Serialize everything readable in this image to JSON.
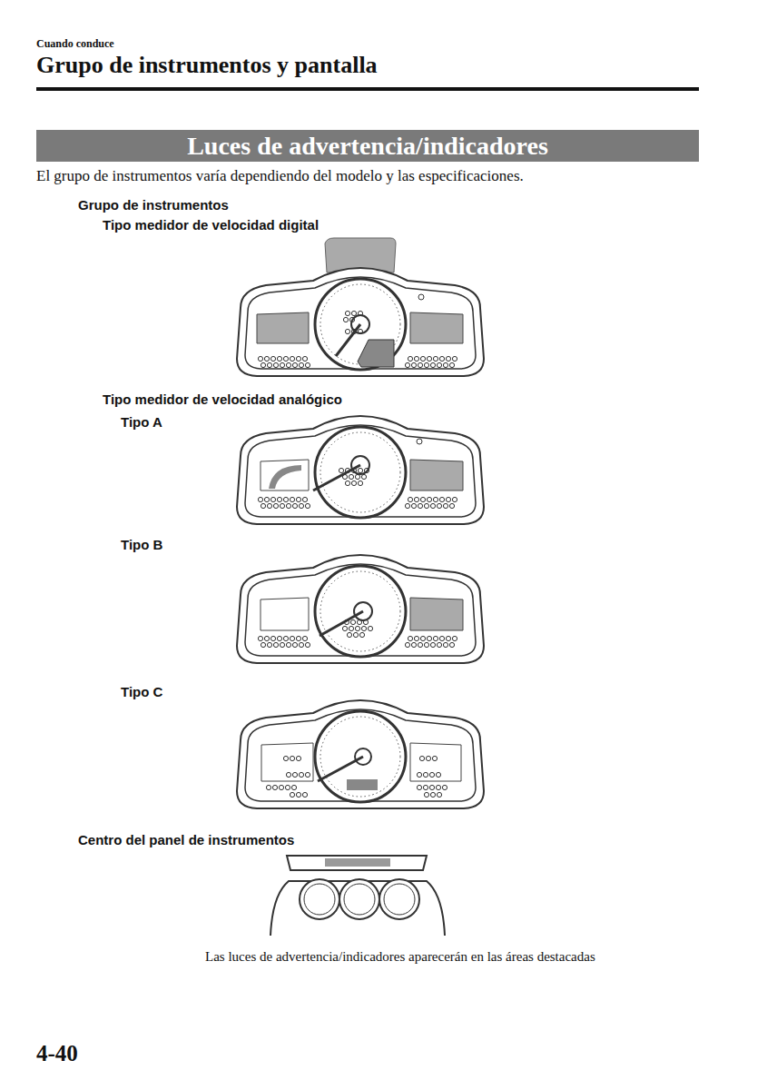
{
  "diagram": {
    "title": "Grupo de instrumentos y pantalla",
    "nodes": [
      {
        "text": [
          "Luces de advertencia/indicadores"
        ]
      }
    ],
    "edges": [],
    "labels": [
      "Cuando conduce",
      "El grupo de instrumentos varía dependiendo del modelo y las especificaciones.",
      "Grupo de instrumentos",
      "Tipo medidor de velocidad digital",
      "Tipo medidor de velocidad analógico",
      "Tipo A",
      "Tipo B",
      "Tipo C",
      "Centro del panel de instrumentos",
      "Las luces de advertencia/indicadores aparecerán en las áreas destacadas",
      "4-40"
    ]
  }
}
